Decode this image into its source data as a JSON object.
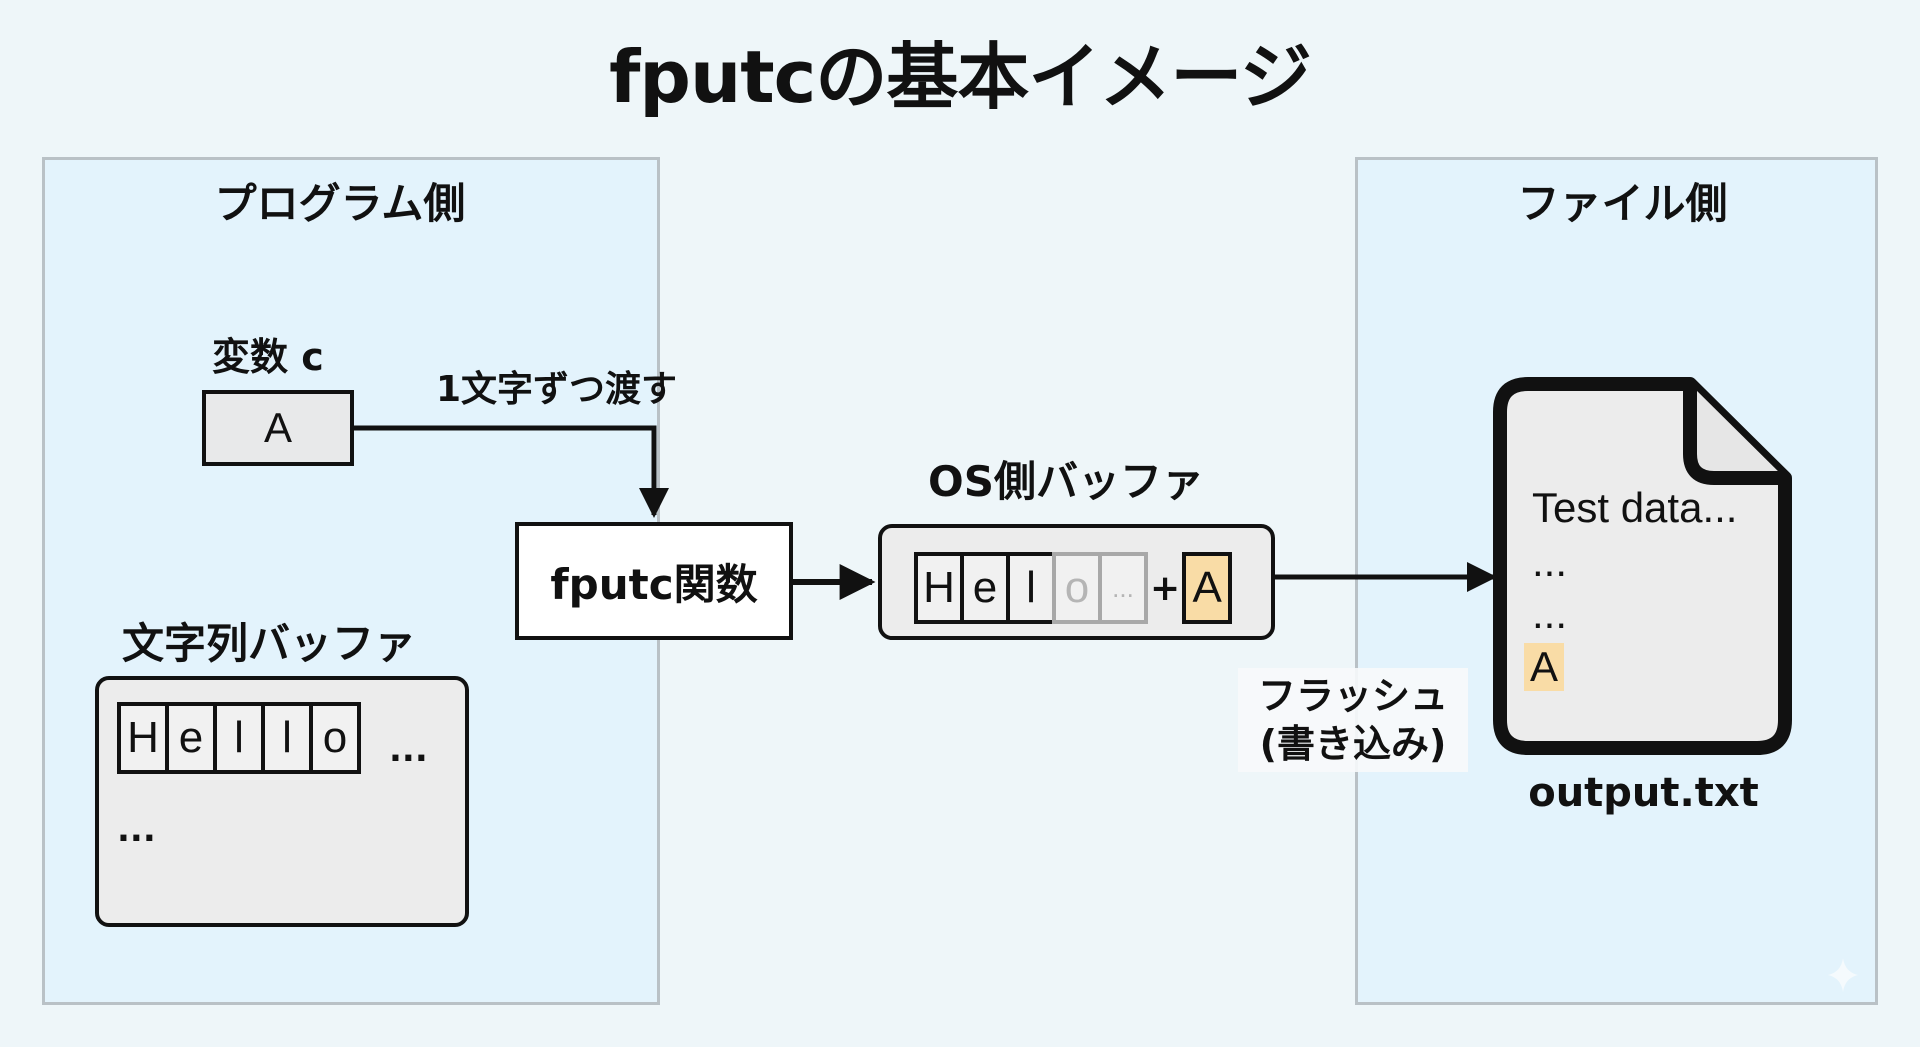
{
  "title": "fputcの基本イメージ",
  "program_panel": {
    "label": "プログラム側",
    "variable": {
      "label": "変数 c",
      "value": "A"
    },
    "pass_label": "1文字ずつ渡す",
    "string_buffer": {
      "label": "文字列バッファ",
      "cells": [
        "H",
        "e",
        "l",
        "l",
        "o"
      ],
      "trailing": "...",
      "next_line": "..."
    }
  },
  "function_box": {
    "label": "fputc関数"
  },
  "os_buffer": {
    "label": "OS側バッファ",
    "cells": [
      {
        "char": "H",
        "state": "filled"
      },
      {
        "char": "e",
        "state": "filled"
      },
      {
        "char": "l",
        "state": "filled"
      },
      {
        "char": "o",
        "state": "faded"
      },
      {
        "char": "...",
        "state": "faded"
      }
    ],
    "plus": "+",
    "appended": "A",
    "highlight_color": "#f9dca6"
  },
  "flush_label": {
    "line1": "フラッシュ",
    "line2": "(書き込み)"
  },
  "file_panel": {
    "label": "ファイル側",
    "file": {
      "icon": "document-icon",
      "lines": [
        "Test data...",
        "...",
        "..."
      ],
      "appended": "A",
      "name": "output.txt"
    }
  }
}
